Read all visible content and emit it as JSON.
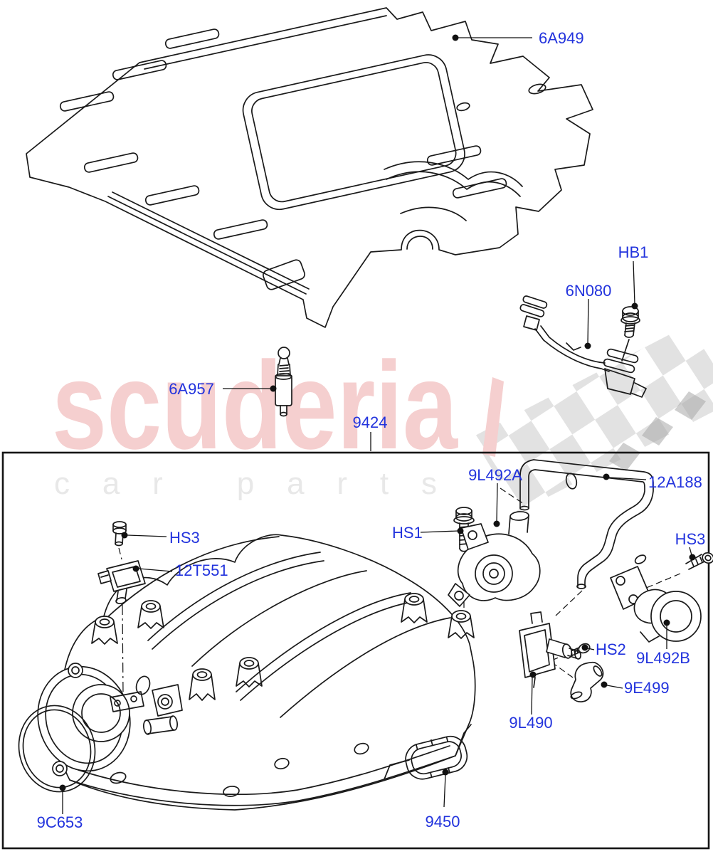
{
  "theme": {
    "label_color": "#2233dd",
    "line_color": "#1a1a1a",
    "brand_color": "#f5cfcf",
    "tagline_color": "#e8e8e8",
    "flag_color": "#e2e2e2",
    "flag_dark_color": "#a8a8a8"
  },
  "watermark": {
    "brand": "scuderia",
    "tagline": "car parts"
  },
  "diagram": {
    "callouts": {
      "engine_cover": "6A949",
      "bolt_hb1": "HB1",
      "harness_bracket": "6N080",
      "sensor_6a957": "6A957",
      "manifold_assembly": "9424",
      "screw_hs3_left": "HS3",
      "sensor_12t551": "12T551",
      "bolt_hs1": "HS1",
      "valve_9l492a": "9L492A",
      "hose_12a188": "12A188",
      "screw_hs3_right": "HS3",
      "screw_hs2": "HS2",
      "valve_9l492b": "9L492B",
      "elbow_9e499": "9E499",
      "valve_9l490": "9L490",
      "gasket_9c653": "9C653",
      "gasket_9450": "9450"
    }
  }
}
